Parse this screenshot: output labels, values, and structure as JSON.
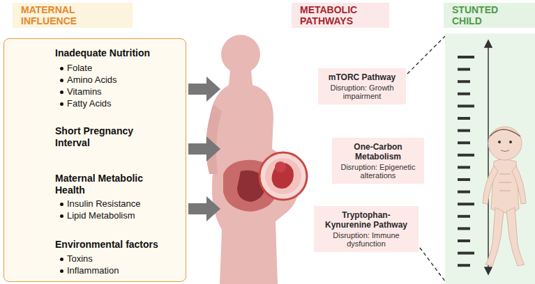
{
  "diagram": {
    "nodes": [
      {
        "text": [
          "MATERNAL INFLUENCE"
        ]
      },
      {
        "text": [
          "METABOLIC PATHWAYS"
        ]
      },
      {
        "text": [
          "STUNTED CHILD"
        ]
      },
      {
        "text": [
          "Inadequate Nutrition",
          "Folate",
          "Amino Acids",
          "Vitamins",
          "Fatty Acids",
          "Short Pregnancy Interval",
          "Maternal Metabolic Health",
          "Insulin Resistance",
          "Lipid Metabolism",
          "Environmental factors",
          "Toxins",
          "Inflammation"
        ]
      },
      {
        "text": [
          "mTORC Pathway",
          "Disruption: Growth impairment"
        ]
      },
      {
        "text": [
          "One-Carbon Metabolism",
          "Disruption: Epigenetic alterations"
        ]
      },
      {
        "text": [
          "Tryptophan-Kynurenine Pathway",
          "Disruption: Immune dysfunction"
        ]
      }
    ]
  }
}
